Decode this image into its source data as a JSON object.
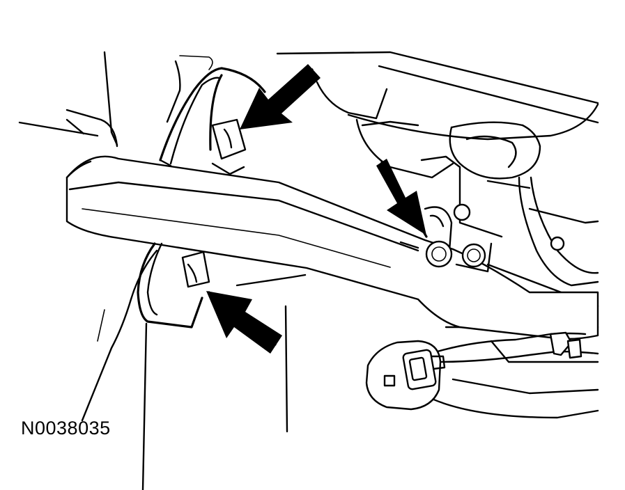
{
  "figure": {
    "id_label": "N0038035"
  },
  "colors": {
    "line": "#000000",
    "background": "#ffffff"
  },
  "callouts": [
    {
      "name": "upper-left-bolt-arrow",
      "icon": "arrow-icon"
    },
    {
      "name": "center-bolt-arrow",
      "icon": "arrow-icon"
    },
    {
      "name": "lower-left-bolt-arrow",
      "icon": "arrow-icon"
    }
  ]
}
